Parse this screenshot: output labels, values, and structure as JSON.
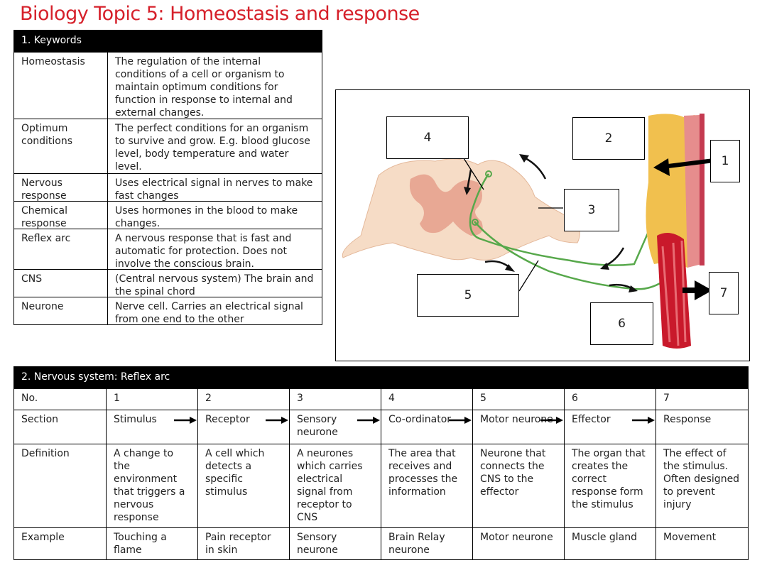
{
  "title": "Biology Topic 5: Homeostasis and response",
  "keywords": {
    "heading": "1. Keywords",
    "rows": [
      {
        "term": "Homeostasis",
        "definition": "The regulation of the internal conditions of a cell or organism to maintain optimum conditions for function in response to internal and external changes."
      },
      {
        "term": "Optimum conditions",
        "definition": "The perfect conditions for an organism to survive and grow. E.g. blood glucose level, body temperature and water level."
      },
      {
        "term": "Nervous response",
        "definition": "Uses electrical signal in nerves to make fast changes"
      },
      {
        "term": "Chemical response",
        "definition": "Uses hormones in the blood to make changes."
      },
      {
        "term": "Reflex arc",
        "definition": "A nervous response that is fast and automatic for protection. Does not involve the conscious brain."
      },
      {
        "term": "CNS",
        "definition": "(Central nervous system) The brain and the spinal chord"
      },
      {
        "term": "Neurone",
        "definition": "Nerve cell. Carries an electrical signal from one end to the other"
      }
    ]
  },
  "diagram": {
    "labels": [
      "1",
      "2",
      "3",
      "4",
      "5",
      "6",
      "7"
    ]
  },
  "reflex_arc": {
    "heading": "2. Nervous system: Reflex arc",
    "rows": [
      {
        "label": "No.",
        "cells": [
          "1",
          "2",
          "3",
          "4",
          "5",
          "6",
          "7"
        ]
      },
      {
        "label": "Section",
        "cells": [
          "Stimulus",
          "Receptor",
          "Sensory neurone",
          "Co-ordinator",
          "Motor neurone",
          "Effector",
          "Response"
        ]
      },
      {
        "label": "Definition",
        "cells": [
          "A change to the environment that triggers a nervous response",
          "A cell which detects a specific stimulus",
          "A neurones which carries electrical signal from receptor to CNS",
          "The area that receives and processes the information",
          "Neurone that connects the CNS to the effector",
          "The organ that creates the correct response form the stimulus",
          "The effect of the stimulus. Often designed to prevent injury"
        ]
      },
      {
        "label": "Example",
        "cells": [
          "Touching a flame",
          "Pain receptor in skin",
          "Sensory neurone",
          "Brain Relay neurone",
          "Motor neurone",
          "Muscle gland",
          "Movement"
        ]
      }
    ]
  }
}
